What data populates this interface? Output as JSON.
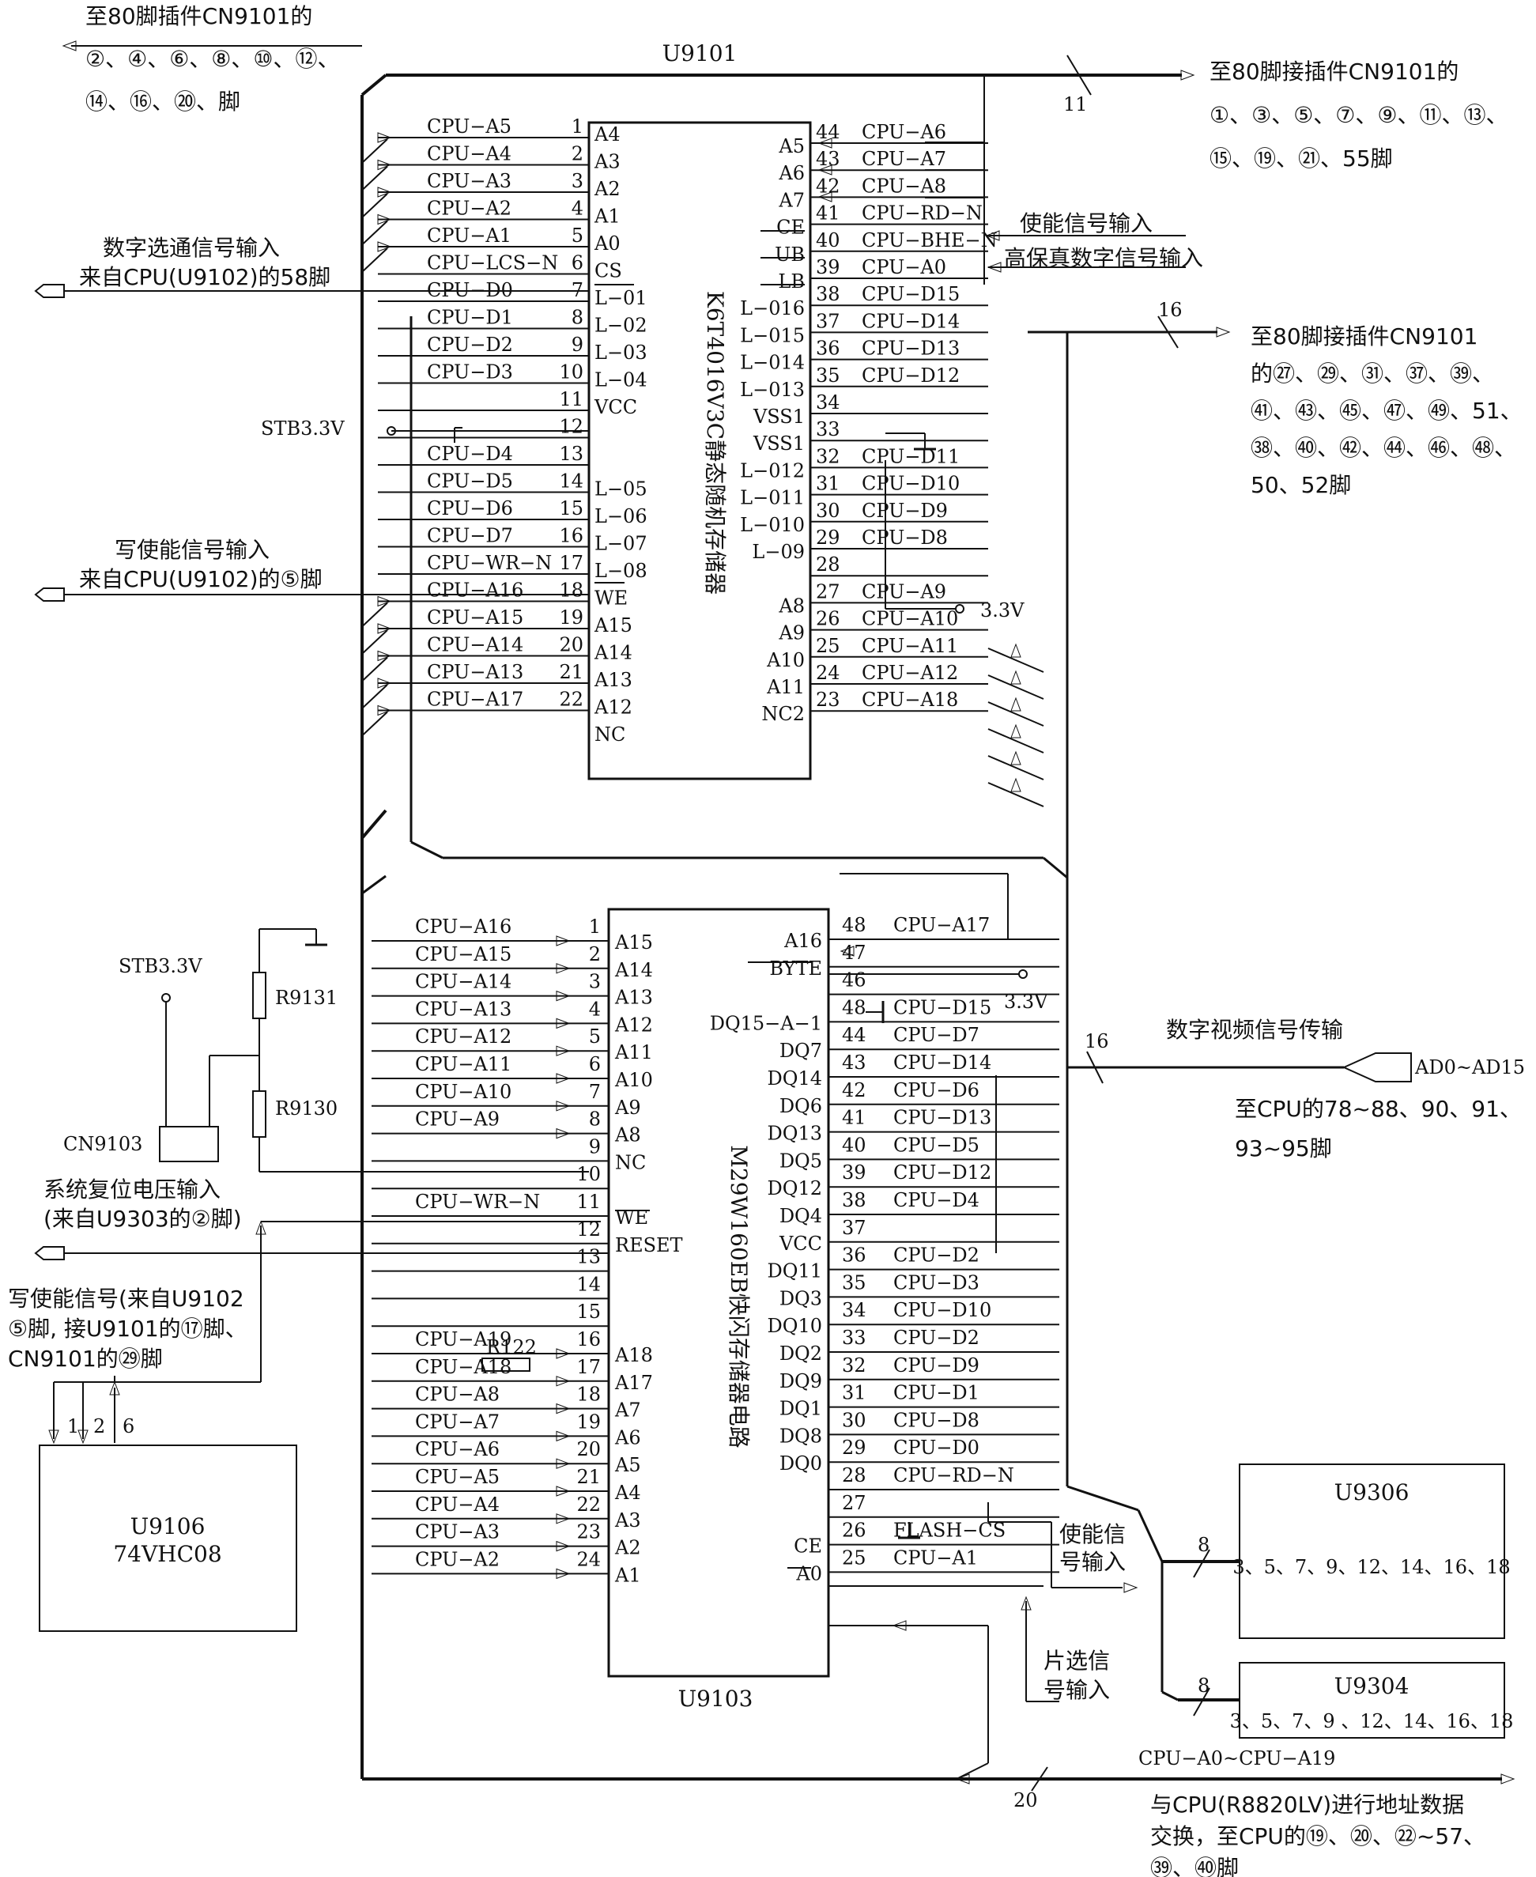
{
  "notes": {
    "top_left": [
      "至80脚插件CN9101的",
      "②、④、⑥、⑧、⑩、⑫、",
      "⑭、⑯、⑳、脚"
    ],
    "top_right": [
      "至80脚接插件CN9101的",
      "①、③、⑤、⑦、⑨、⑪、⑬、",
      "⑮、⑲、㉑、55脚"
    ],
    "right_data": [
      "至80脚接插件CN9101",
      "的㉗、㉙、㉛、㊲、㊴、",
      "㊶、㊸、㊺、㊼、㊾、51、",
      "㊳、㊵、㊷、㊹、㊻、㊽、",
      "50、52脚"
    ],
    "video": "数字视频信号传输",
    "ad": "AD0~AD15",
    "to_cpu": [
      "至CPU的78~88、90、91、",
      "93~95脚"
    ],
    "left_cs": [
      "数字选通信号输入",
      "来自CPU(U9102)的58脚"
    ],
    "left_we": [
      "写使能信号输入",
      "来自CPU(U9102)的⑤脚"
    ],
    "reset": [
      "系统复位电压输入",
      "(来自U9303的②脚)"
    ],
    "we2": [
      "写使能信号(来自U9102",
      "⑤脚, 接U9101的⑰脚、",
      "CN9101的㉙脚"
    ],
    "enable_in": "使能信号输入",
    "hifi_in": "高保真数字信号输入",
    "enable2": [
      "使能信",
      "号输入"
    ],
    "chipsel": [
      "片选信",
      "号输入"
    ],
    "bus_bottom": "CPU−A0~CPU−A19",
    "bus_bottom_note": [
      "与CPU(R8820LV)进行地址数据",
      "交换，至CPU的⑲、⑳、㉒~57、",
      "㊴、㊵脚"
    ],
    "bus11": "11",
    "bus16a": "16",
    "bus16b": "16",
    "bus20": "20",
    "bus8a": "8",
    "bus8b": "8"
  },
  "u9101": {
    "ref": "U9101",
    "name": "K6T4016V3C静态随机存储器",
    "left": [
      [
        "CPU−A5",
        "1",
        "A4"
      ],
      [
        "CPU−A4",
        "2",
        "A3"
      ],
      [
        "CPU−A3",
        "3",
        "A2"
      ],
      [
        "CPU−A2",
        "4",
        "A1"
      ],
      [
        "CPU−A1",
        "5",
        "A0"
      ],
      [
        "CPU−LCS−N",
        "6",
        "CS"
      ],
      [
        "CPU−D0",
        "7",
        "L−01"
      ],
      [
        "CPU−D1",
        "8",
        "L−02"
      ],
      [
        "CPU−D2",
        "9",
        "L−03"
      ],
      [
        "CPU−D3",
        "10",
        "L−04"
      ],
      [
        "",
        "11",
        "VCC"
      ],
      [
        "",
        "12",
        ""
      ],
      [
        "CPU−D4",
        "13",
        ""
      ],
      [
        "CPU−D5",
        "14",
        "L−05"
      ],
      [
        "CPU−D6",
        "15",
        "L−06"
      ],
      [
        "CPU−D7",
        "16",
        "L−07"
      ],
      [
        "CPU−WR−N",
        "17",
        "L−08"
      ],
      [
        "CPU−A16",
        "18",
        "WE"
      ],
      [
        "CPU−A15",
        "19",
        "A15"
      ],
      [
        "CPU−A14",
        "20",
        "A14"
      ],
      [
        "CPU−A13",
        "21",
        "A13"
      ],
      [
        "CPU−A17",
        "22",
        "A12"
      ]
    ],
    "left_extra": "NC",
    "right": [
      [
        "44",
        "CPU−A6",
        "A5"
      ],
      [
        "43",
        "CPU−A7",
        "A6"
      ],
      [
        "42",
        "CPU−A8",
        "A7"
      ],
      [
        "41",
        "CPU−RD−N",
        "CE"
      ],
      [
        "40",
        "CPU−BHE−N",
        "UB"
      ],
      [
        "39",
        "CPU−A0",
        "LB"
      ],
      [
        "38",
        "CPU−D15",
        "L−016"
      ],
      [
        "37",
        "CPU−D14",
        "L−015"
      ],
      [
        "36",
        "CPU−D13",
        "L−014"
      ],
      [
        "35",
        "CPU−D12",
        "L−013"
      ],
      [
        "34",
        "",
        "VSS1"
      ],
      [
        "33",
        "",
        "VSS1"
      ],
      [
        "32",
        "CPU−D11",
        "L−012"
      ],
      [
        "31",
        "CPU−D10",
        "L−011"
      ],
      [
        "30",
        "CPU−D9",
        "L−010"
      ],
      [
        "29",
        "CPU−D8",
        "L−09"
      ],
      [
        "28",
        "",
        ""
      ],
      [
        "27",
        "CPU−A9",
        "A8"
      ],
      [
        "26",
        "CPU−A10",
        "A9"
      ],
      [
        "25",
        "CPU−A11",
        "A10"
      ],
      [
        "24",
        "CPU−A12",
        "A11"
      ],
      [
        "23",
        "CPU−A18",
        "NC2"
      ]
    ],
    "v33": "3.3V",
    "stb": "STB3.3V"
  },
  "u9103": {
    "ref": "U9103",
    "name": "M29W160EB快闪存储器电路",
    "left": [
      [
        "CPU−A16",
        "1",
        "A15"
      ],
      [
        "CPU−A15",
        "2",
        "A14"
      ],
      [
        "CPU−A14",
        "3",
        "A13"
      ],
      [
        "CPU−A13",
        "4",
        "A12"
      ],
      [
        "CPU−A12",
        "5",
        "A11"
      ],
      [
        "CPU−A11",
        "6",
        "A10"
      ],
      [
        "CPU−A10",
        "7",
        "A9"
      ],
      [
        "CPU−A9",
        "8",
        "A8"
      ],
      [
        "",
        "9",
        "NC"
      ],
      [
        "",
        "10",
        ""
      ],
      [
        "CPU−WR−N",
        "11",
        "WE"
      ],
      [
        "",
        "12",
        "RESET"
      ],
      [
        "",
        "13",
        ""
      ],
      [
        "",
        "14",
        ""
      ],
      [
        "",
        "15",
        ""
      ],
      [
        "CPU−A19",
        "16",
        "A18"
      ],
      [
        "CPU−A18",
        "17",
        "A17"
      ],
      [
        "CPU−A8",
        "18",
        "A7"
      ],
      [
        "CPU−A7",
        "19",
        "A6"
      ],
      [
        "CPU−A6",
        "20",
        "A5"
      ],
      [
        "CPU−A5",
        "21",
        "A4"
      ],
      [
        "CPU−A4",
        "22",
        "A3"
      ],
      [
        "CPU−A3",
        "23",
        "A2"
      ],
      [
        "CPU−A2",
        "24",
        "A1"
      ]
    ],
    "right": [
      [
        "48",
        "CPU−A17",
        "A16"
      ],
      [
        "47",
        "",
        "BYTE"
      ],
      [
        "46",
        "",
        ""
      ],
      [
        "48",
        "CPU−D15",
        "DQ15−A−1"
      ],
      [
        "44",
        "CPU−D7",
        "DQ7"
      ],
      [
        "43",
        "CPU−D14",
        "DQ14"
      ],
      [
        "42",
        "CPU−D6",
        "DQ6"
      ],
      [
        "41",
        "CPU−D13",
        "DQ13"
      ],
      [
        "40",
        "CPU−D5",
        "DQ5"
      ],
      [
        "39",
        "CPU−D12",
        "DQ12"
      ],
      [
        "38",
        "CPU−D4",
        "DQ4"
      ],
      [
        "37",
        "",
        "VCC"
      ],
      [
        "36",
        "CPU−D2",
        "DQ11"
      ],
      [
        "35",
        "CPU−D3",
        "DQ3"
      ],
      [
        "34",
        "CPU−D10",
        "DQ10"
      ],
      [
        "33",
        "CPU−D2",
        "DQ2"
      ],
      [
        "32",
        "CPU−D9",
        "DQ9"
      ],
      [
        "31",
        "CPU−D1",
        "DQ1"
      ],
      [
        "30",
        "CPU−D8",
        "DQ8"
      ],
      [
        "29",
        "CPU−D0",
        "DQ0"
      ],
      [
        "28",
        "CPU−RD−N",
        ""
      ],
      [
        "27",
        "",
        ""
      ],
      [
        "26",
        "FLASH−CS",
        "CE"
      ],
      [
        "25",
        "CPU−A1",
        "A0"
      ]
    ],
    "v33": "3.3V",
    "r122": "R122"
  },
  "left_parts": {
    "stb": "STB3.3V",
    "r9131": "R9131",
    "r9130": "R9130",
    "cn9103": "CN9103",
    "u9106_ref": "U9106",
    "u9106_name": "74VHC08",
    "p1": "1",
    "p2": "2",
    "p6": "6"
  },
  "right_parts": {
    "u9306_ref": "U9306",
    "u9306_pins": "3、5、7、9、12、14、16、18",
    "u9304_ref": "U9304",
    "u9304_pins": "3、5、7、9 、12、14、16、18"
  }
}
